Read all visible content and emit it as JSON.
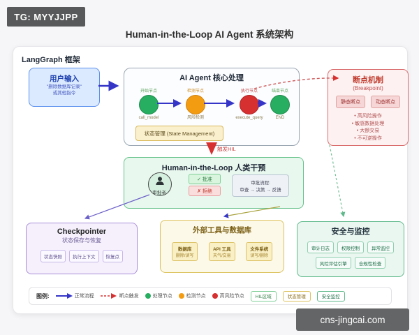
{
  "header": {
    "tg_badge": "TG: MYYJJPP",
    "title": "Human-in-the-Loop AI Agent 系统架构"
  },
  "framework_label": "LangGraph 框架",
  "user_input": {
    "title": "用户输入",
    "line1": "\"删除数据库记录\"",
    "line2": "或其他指令"
  },
  "agent": {
    "title": "AI Agent 核心处理",
    "nodes": [
      {
        "top_label": "开始节点",
        "bottom_label": "call_model"
      },
      {
        "top_label": "检测节点",
        "bottom_label": "风险检测"
      },
      {
        "top_label": "执行节点",
        "bottom_label": "execute_query"
      },
      {
        "top_label": "结束节点",
        "bottom_label": "END"
      }
    ],
    "state_management": "状态管理 (State Management)"
  },
  "breakpoint": {
    "title": "断点机制",
    "subtitle": "(Breakpoint)",
    "static_btn": "静态断点",
    "dynamic_btn": "动态断点",
    "items": [
      "• 高风险操作",
      "• 敏感数据处理",
      "• 大额交易",
      "• 不可逆操作"
    ]
  },
  "hil": {
    "trigger_label": "触发HIL",
    "title": "Human-in-the-Loop 人类干预",
    "approver_label": "审批者",
    "approve_btn": "✓ 批准",
    "reject_btn": "✗ 拒绝",
    "flow_title": "审批流程:",
    "flow_steps": "审查 → 决策 → 反馈"
  },
  "checkpointer": {
    "title": "Checkpointer",
    "subtitle": "状态保存与恢复",
    "buttons": [
      "状态快照",
      "执行上下文",
      "恢复点"
    ]
  },
  "tools": {
    "title": "外部工具与数据库",
    "items": [
      {
        "name": "数据库",
        "desc": "删除/读写"
      },
      {
        "name": "API 工具",
        "desc": "天气/交易"
      },
      {
        "name": "文件系统",
        "desc": "读写/删除"
      }
    ]
  },
  "security": {
    "title": "安全与监控",
    "buttons": [
      "审计日志",
      "权限控制",
      "异常监控",
      "风险评估引擎",
      "合规性检查"
    ]
  },
  "legend": {
    "label": "图例:",
    "items": [
      "正常流程",
      "断点触发",
      "处理节点",
      "检测节点",
      "高风险节点"
    ],
    "badges": [
      "HIL区域",
      "状态管理",
      "安全监控"
    ]
  },
  "watermark": "cns-jingcai.com",
  "colors": {
    "process_node": "#27ae60",
    "check_node": "#f39c12",
    "risk_node": "#d63031",
    "flow_arrow": "#3535c8",
    "breakpoint_accent": "#c0392b",
    "hil_green": "#66c28a",
    "checkpointer_purple": "#a98fd8",
    "tools_yellow": "#dcc25e",
    "security_green": "#5fb98a"
  }
}
